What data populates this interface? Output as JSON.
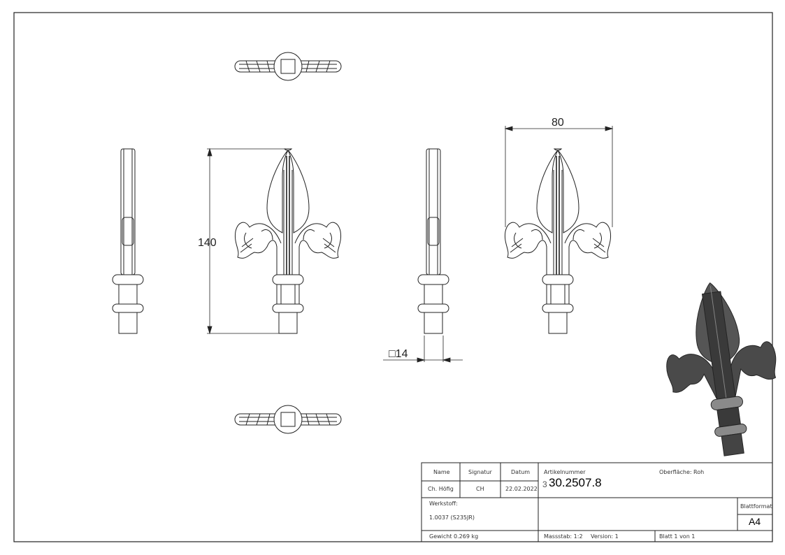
{
  "dimensions": {
    "height": "140",
    "width": "80",
    "square": "□14"
  },
  "title_block": {
    "name_label": "Name",
    "signature_label": "Signatur",
    "date_label": "Datum",
    "name": "Ch. Höfig",
    "signature": "CH",
    "date": "22.02.2022",
    "article_label": "Artikelnummer",
    "article_prefix": "3",
    "article_number": "30.2507.8",
    "surface_label": "Oberfläche:",
    "surface": "Roh",
    "material_label": "Werkstoff:",
    "material": "1.0037 (S235JR)",
    "format_label": "Blattformat",
    "format": "A4",
    "weight": "Gewicht 0.269 kg",
    "scale": "Massstab: 1:2",
    "version": "Version: 1",
    "sheet": "Blatt 1 von 1"
  }
}
